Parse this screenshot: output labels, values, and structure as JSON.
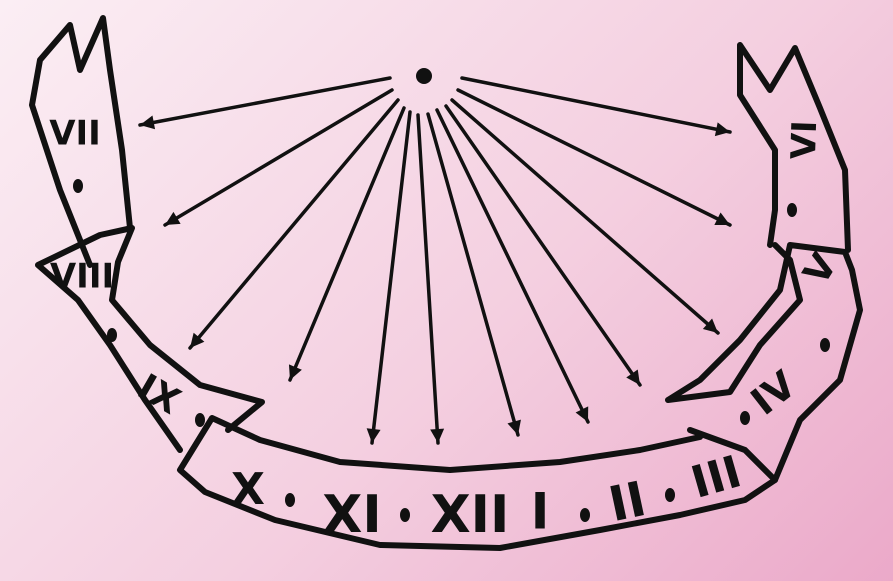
{
  "hour_labels": [
    "VII",
    "VIII",
    "IX",
    "X",
    "XI",
    "XII",
    "I",
    "II",
    "III",
    "IV",
    "V",
    "VI"
  ],
  "colors": {
    "ink": "#111111",
    "background_start": "#fbeef4",
    "background_end": "#eba9c9"
  }
}
